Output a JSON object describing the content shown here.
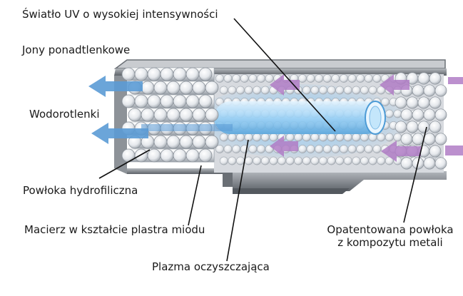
{
  "labels": {
    "uv_light": "Światło UV o wysokiej intensywności",
    "superoxide_ions": "Jony ponadtlenkowe",
    "hydroxides": "Wodorotlenki",
    "hydrophilic_coating": "Powłoka hydrofiliczna",
    "honeycomb_matrix": "Macierz w kształcie plastra miodu",
    "purifying_plasma": "Plazma oczyszczająca",
    "patented_coating_line1": "Opatentowana powłoka",
    "patented_coating_line2": "z kompozytu metali"
  },
  "colors": {
    "outflow_arrow": "#5b9bd5",
    "inflow_arrow": "#b07cc6",
    "uv_glow": "#9ad0f5",
    "frame": "#7c7f84",
    "tube": "#e4e6ea"
  },
  "icons": {
    "outflow_arrow": "arrow-left-icon",
    "inflow_arrow": "arrow-left-icon"
  }
}
